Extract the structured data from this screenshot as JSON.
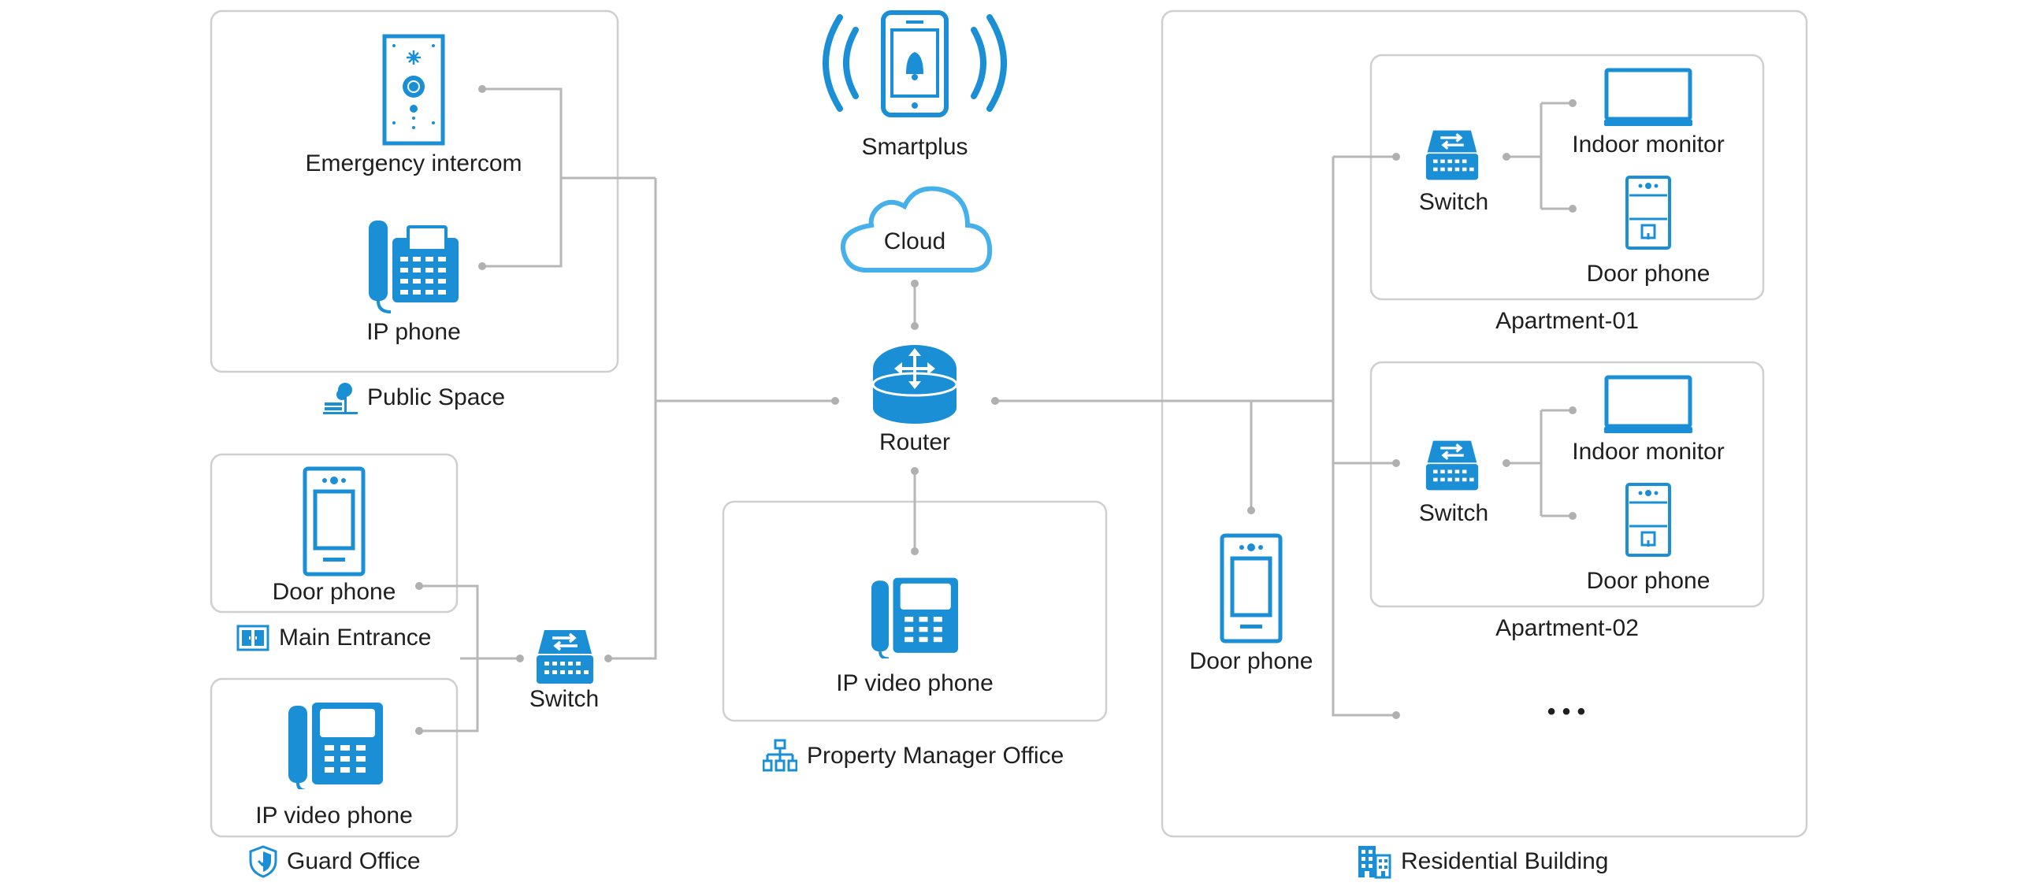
{
  "colors": {
    "accent": "#1a8fd6",
    "light_accent": "#45b0ea",
    "line": "#b7b7b7",
    "box": "#cfcfcf",
    "text": "#1f1f1f"
  },
  "nodes": {
    "smartplus": "Smartplus",
    "cloud": "Cloud",
    "router": "Router",
    "emergency_intercom": "Emergency intercom",
    "ip_phone": "IP phone",
    "main_door_phone": "Door phone",
    "guard_ip_video_phone": "IP video phone",
    "switch_left": "Switch",
    "pm_ip_video_phone": "IP video phone",
    "building_door_phone": "Door phone",
    "apt1_switch": "Switch",
    "apt1_indoor_monitor": "Indoor monitor",
    "apt1_door_phone": "Door phone",
    "apt2_switch": "Switch",
    "apt2_indoor_monitor": "Indoor monitor",
    "apt2_door_phone": "Door phone",
    "more": "• • •"
  },
  "groups": {
    "public_space": "Public Space",
    "main_entrance": "Main Entrance",
    "guard_office": "Guard Office",
    "property_manager_office": "Property Manager Office",
    "residential_building": "Residential Building",
    "apartment_01": "Apartment-01",
    "apartment_02": "Apartment-02"
  },
  "icons": {
    "smartplus": "smartphone-bell-icon",
    "cloud": "cloud-icon",
    "router": "router-icon",
    "switch": "network-switch-icon",
    "intercom": "emergency-intercom-icon",
    "ip_phone": "desk-phone-icon",
    "video_phone": "video-phone-icon",
    "door_phone": "door-phone-icon",
    "indoor_monitor": "monitor-icon",
    "group_icons": [
      "park-icon",
      "door-icon",
      "shield-icon",
      "org-chart-icon",
      "building-icon"
    ]
  }
}
